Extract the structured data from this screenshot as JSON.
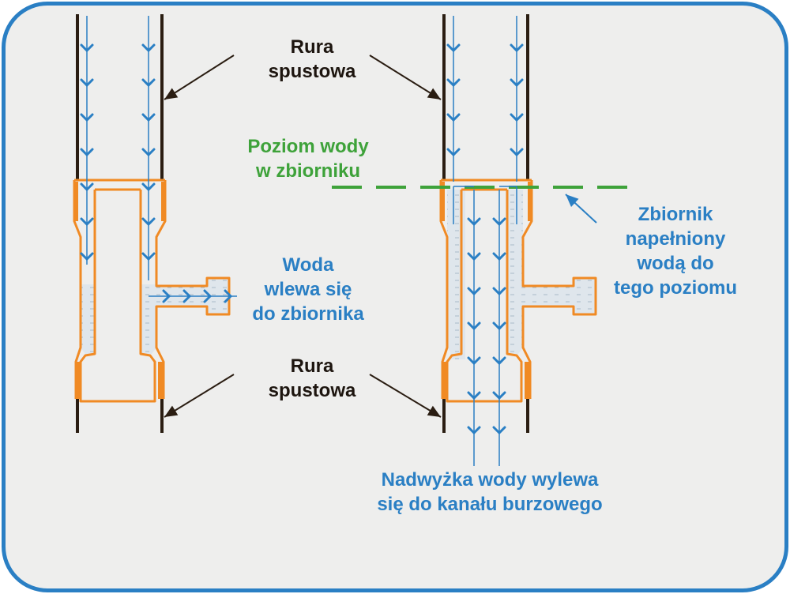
{
  "labels": {
    "pipe_top": [
      "Rura",
      "spustowa"
    ],
    "pipe_bottom": [
      "Rura",
      "spustowa"
    ],
    "water_level": [
      "Poziom wody",
      "w zbiorniku"
    ],
    "inflow": [
      "Woda",
      "wlewa się",
      "do zbiornika"
    ],
    "tank_full": [
      "Zbiornik",
      "napełniony",
      "wodą do",
      "tego poziomu"
    ],
    "overflow": [
      "Nadwyżka wody wylewa",
      "się do kanału burzowego"
    ]
  },
  "colors": {
    "pipe": "#2a1d12",
    "fitting": "#f08a24",
    "water_fill": "#dfe6ec",
    "flow_arrow": "#2a7fc4",
    "water_level_line": "#3ea23a",
    "label_dark": "#1d150f",
    "label_blue": "#2a7fc4",
    "label_green": "#3ea23a",
    "frame_border": "#2a7fc4",
    "frame_bg": "#eeeeed"
  }
}
